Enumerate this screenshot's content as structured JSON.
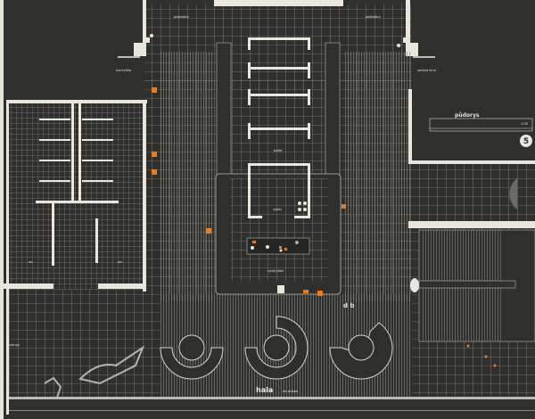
{
  "title_block": {
    "heading": "půdorys",
    "scale": "1:50",
    "sheet_number": "5"
  },
  "labels": {
    "top_left_room": "pokladna",
    "top_right_room": "pokladna",
    "left_entry": "kuchyňka",
    "right_entry": "správa kina",
    "island_top": "bufet",
    "island_inner": "výdej",
    "island_bottom": "výdej jídel",
    "toilet_left": "wc",
    "toilet_right": "wc",
    "lower_left": "vstupy",
    "hall_name": "hala",
    "hall_sub": "do sklepa",
    "mark": "d b"
  },
  "colors": {
    "background": "#2f2f2d",
    "lines": "#e9e6dc",
    "accent": "#f07a1a"
  }
}
